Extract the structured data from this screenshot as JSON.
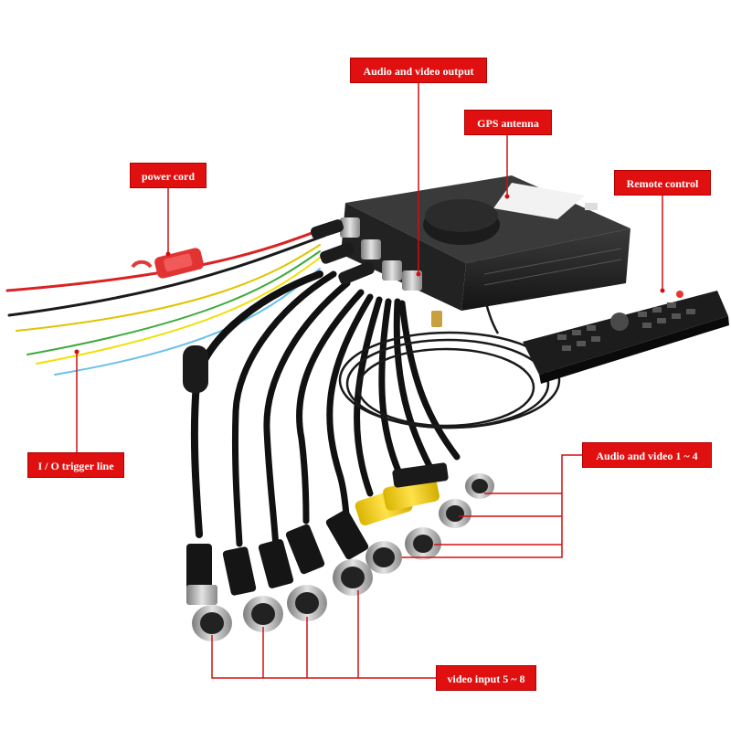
{
  "labels": {
    "audio_video_output": "Audio and video output",
    "gps_antenna": "GPS antenna",
    "remote_control": "Remote control",
    "power_cord": "power cord",
    "io_trigger_line": "I / O trigger line",
    "audio_video_1_4": "Audio and video 1 ~ 4",
    "video_input_5_8": "video input 5 ~ 8"
  },
  "colors": {
    "label_bg": "#e01010",
    "label_text": "#ffffff",
    "leader_line": "#d01010",
    "device_body": "#1c1c1c",
    "connector_yellow": "#f2cf1a",
    "metal": "#b9b9b9"
  }
}
